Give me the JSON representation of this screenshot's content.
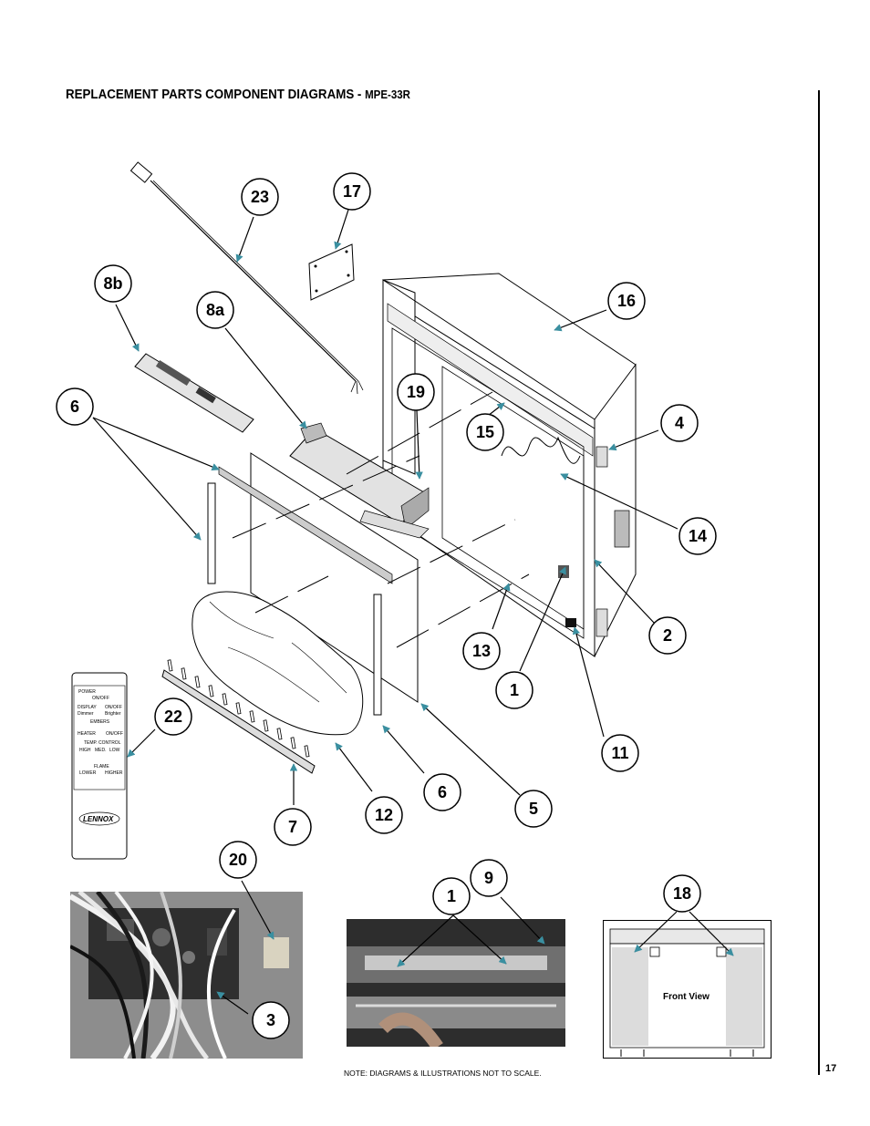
{
  "page": {
    "title": "REPLACEMENT PARTS COMPONENT DIAGRAMS - ",
    "model": "MPE-33R",
    "note": "NOTE: DIAGRAMS & ILLUSTRATIONS NOT TO SCALE.",
    "page_number": "17"
  },
  "callouts": {
    "c23": "23",
    "c17": "17",
    "c8b": "8b",
    "c8a": "8a",
    "c16": "16",
    "c6a": "6",
    "c19": "19",
    "c15": "15",
    "c4": "4",
    "c14": "14",
    "c2": "2",
    "c13": "13",
    "c1a": "1",
    "c22": "22",
    "c11": "11",
    "c6b": "6",
    "c5": "5",
    "c12": "12",
    "c7": "7",
    "c20": "20",
    "c9": "9",
    "c1b": "1",
    "c18": "18",
    "c3": "3"
  },
  "remote": {
    "power": "POWER",
    "onoff1": "ON/OFF",
    "display": "DISPLAY",
    "dimmer": "Dimmer",
    "onoff2": "ON/OFF",
    "brighter": "Brighter",
    "embers": "EMBERS",
    "heater": "HEATER",
    "onoff3": "ON/OFF",
    "temp_control": "TEMP. CONTROL",
    "high": "HIGH",
    "med": "MED.",
    "low": "LOW",
    "flame": "FLAME",
    "lower": "LOWER",
    "higher": "HIGHER",
    "brand": "LENNOX"
  },
  "front_view": {
    "label": "Front View"
  },
  "colors": {
    "arrow": "#3a8fa0",
    "ink": "#000000",
    "photo_dark": "#2a2a2a",
    "photo_mid": "#777777"
  }
}
